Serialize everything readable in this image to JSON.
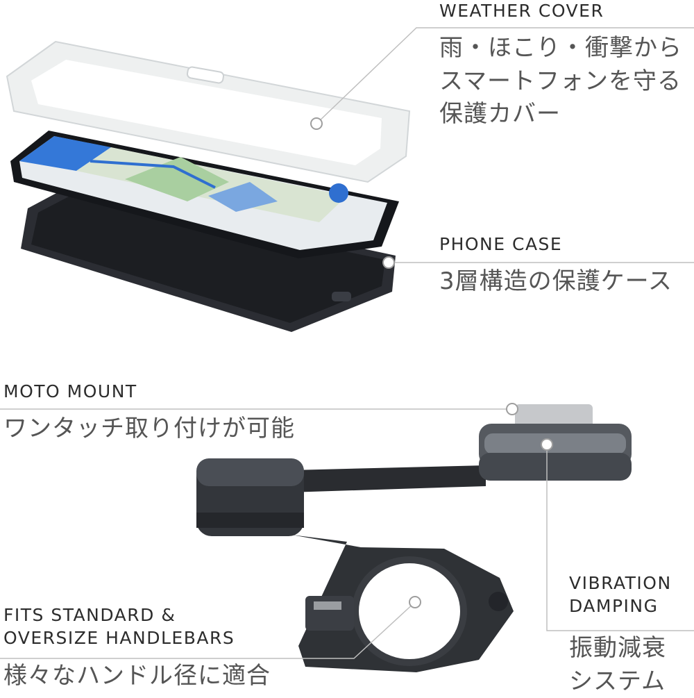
{
  "weather_cover": {
    "title": "WEATHER COVER",
    "description": "雨・ほこり・衝撃から\nスマートフォンを守る\n保護カバー"
  },
  "phone_case": {
    "title": "PHONE CASE",
    "description": "3層構造の保護ケース"
  },
  "moto_mount": {
    "title": "MOTO MOUNT",
    "description": "ワンタッチ取り付けが可能"
  },
  "handlebars": {
    "title": "FITS STANDARD &\nOVERSIZE HANDLEBARS",
    "description": "様々なハンドル径に適合"
  },
  "vibration": {
    "title": "VIBRATION\nDAMPING",
    "description": "振動減衰\nシステム"
  },
  "colors": {
    "leader_line": "#bfbfbf",
    "mount_dark": "#2a2c30",
    "cover_white": "#eef0f0"
  }
}
